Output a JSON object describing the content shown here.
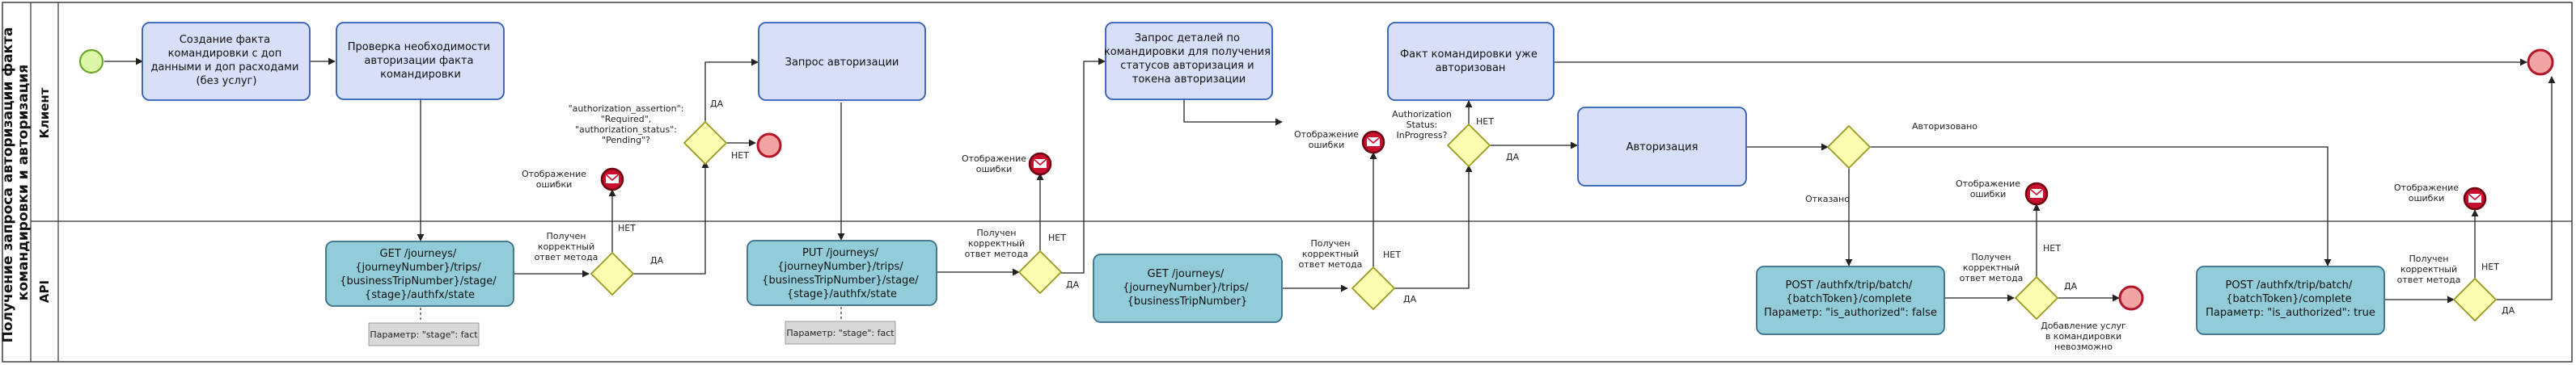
{
  "pool_label": [
    "Получение запроса авторизации факта",
    "командировки и авторизация"
  ],
  "lanes": {
    "client": "Клиент",
    "api": "API"
  },
  "tasks": {
    "t1": [
      "Создание факта",
      "командировки с доп",
      "данными и доп расходами",
      "(без услуг)"
    ],
    "t2": [
      "Проверка необходимости",
      "авторизации факта",
      "командировки"
    ],
    "t3": [
      "Запрос авторизации"
    ],
    "t4": [
      "Запрос деталей по",
      "командировки для получения",
      "статусов авторизация и",
      "токена авторизации"
    ],
    "t5": [
      "Факт командировки уже",
      "авторизован"
    ],
    "t6": [
      "Авторизация"
    ],
    "a1": [
      "GET /journeys/",
      "{journeyNumber}/trips/",
      "{businessTripNumber}/stage/",
      "{stage}/authfx/state"
    ],
    "a2": [
      "PUT /journeys/",
      "{journeyNumber}/trips/",
      "{businessTripNumber}/stage/",
      "{stage}/authfx/state"
    ],
    "a3": [
      "GET /journeys/",
      "{journeyNumber}/trips/",
      "{businessTripNumber}"
    ],
    "a4": [
      "POST /authfx/trip/batch/",
      "{batchToken}/complete",
      "Параметр: \"is_authorized\": false"
    ],
    "a5": [
      "POST /authfx/trip/batch/",
      "{batchToken}/complete",
      "Параметр: \"is_authorized\": true"
    ]
  },
  "annotations": {
    "n1": "Параметр: \"stage\": fact",
    "n2": "Параметр: \"stage\": fact"
  },
  "gateway_labels": {
    "correct_response": [
      "Получен",
      "корректный",
      "ответ метода"
    ],
    "auth_assertion": [
      "\"authorization_assertion\":",
      "\"Required\",",
      "\"authorization_status\":",
      "\"Pending\"?"
    ],
    "auth_inprogress": [
      "Authorization",
      "Status:",
      "InProgress?"
    ]
  },
  "flow_labels": {
    "yes": "ДА",
    "no": "НЕТ",
    "authorized": "Авторизовано",
    "refused": "Отказано"
  },
  "events": {
    "error": [
      "Отображение",
      "ошибки"
    ],
    "end_services": [
      "Добавление услуг",
      "в командировки",
      "невозможно"
    ]
  },
  "colors": {
    "client_task_fill": "#d8dff8",
    "client_task_stroke": "#2e5bb8",
    "api_task_fill": "#92ccd8",
    "api_task_stroke": "#3a6e86",
    "gateway_fill": "#fdfdb0",
    "gateway_stroke": "#9a9a20",
    "start_fill": "#dcf7a8",
    "start_stroke": "#6aa82a",
    "end_fill": "#f2a4a4",
    "end_stroke": "#b3162a",
    "error_fill": "#c8102e",
    "annotation_fill": "#d8d8d8"
  }
}
